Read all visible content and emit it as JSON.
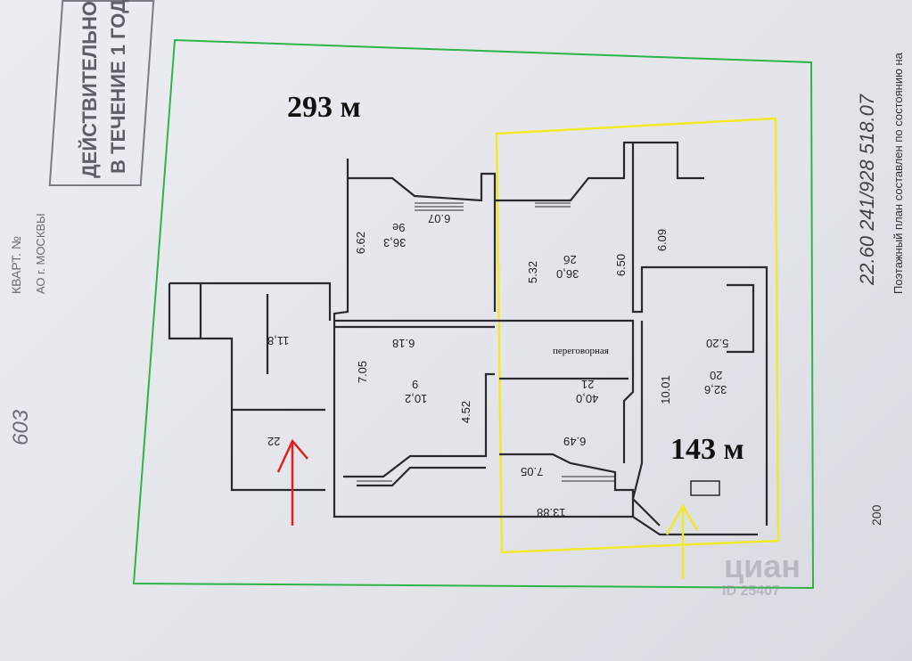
{
  "document": {
    "area_total": "293 м",
    "area_part": "143 м",
    "meeting_room": "переговорная",
    "stamp": {
      "line1": "ДЕЙСТВИТЕЛЬНО",
      "line2": "В ТЕЧЕНИЕ 1 ГОДА"
    },
    "left_margin": {
      "kvart": "КВАРТ. №",
      "ao": "АО г. МОСКВЫ",
      "handwritten": "603"
    },
    "right_margin": {
      "caption": "Поэтажный план составлен по состоянию на",
      "year": "200",
      "numbers": "22.60   241/928   518.07"
    },
    "rooms": [
      {
        "id": "r-36-3",
        "text": "36,3",
        "num": "9е"
      },
      {
        "id": "r-36-0",
        "text": "36,0",
        "num": "2б"
      },
      {
        "id": "r-10-2",
        "text": "10,2",
        "num": "9"
      },
      {
        "id": "r-40-0",
        "text": "40,0",
        "num": "21"
      },
      {
        "id": "r-32-6",
        "text": "32,6",
        "num": "20"
      },
      {
        "id": "r-11-8",
        "text": "11,8",
        "num": "22"
      }
    ],
    "dims": [
      "6.07",
      "6.62",
      "6.18",
      "7.05",
      "4.52",
      "5.32",
      "6.50",
      "6.09",
      "10.01",
      "5.20",
      "6.49",
      "7.05",
      "13.88"
    ],
    "watermark": "циан",
    "watermark_id": "ID 25407"
  },
  "colors": {
    "outer_border": "#2fb34a",
    "inner_border": "#f0ea2a",
    "arrow_red": "#e0201f",
    "arrow_yellow": "#f0ea2a",
    "walls": "#2a2a2e"
  }
}
